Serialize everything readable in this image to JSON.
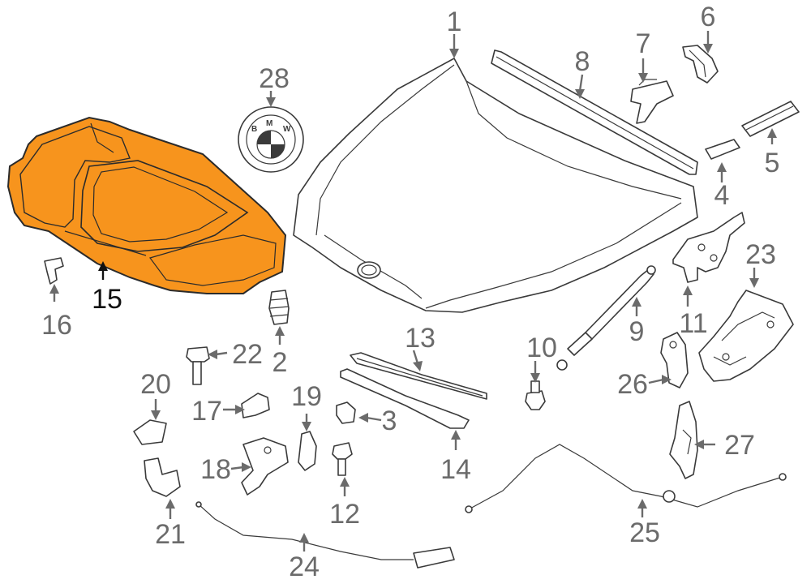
{
  "diagram": {
    "highlight_color": "#f7941d",
    "highlighted_part": "15",
    "callouts": [
      "1",
      "2",
      "3",
      "4",
      "5",
      "6",
      "7",
      "8",
      "9",
      "10",
      "11",
      "12",
      "13",
      "14",
      "15",
      "16",
      "17",
      "18",
      "19",
      "20",
      "21",
      "22",
      "23",
      "24",
      "25",
      "26",
      "27",
      "28"
    ],
    "emblem_letters": [
      "B",
      "M",
      "W"
    ]
  }
}
